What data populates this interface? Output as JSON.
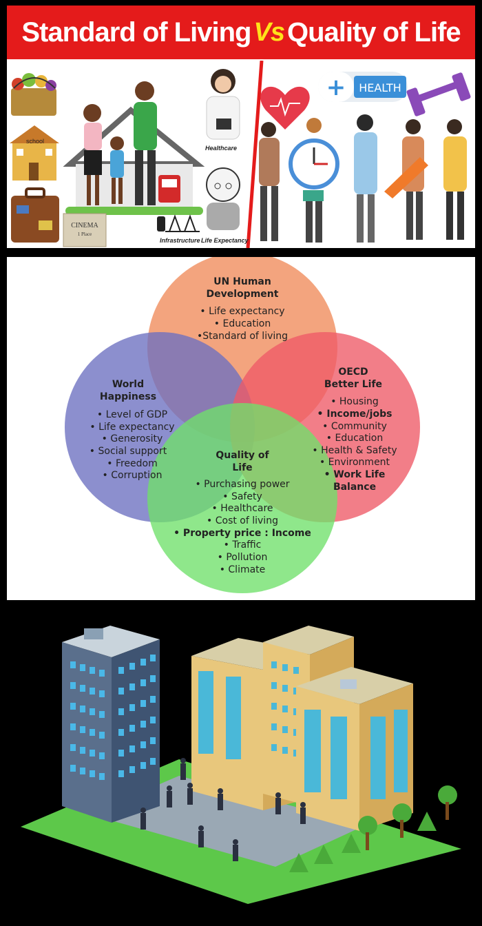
{
  "banner": {
    "left": "Standard of Living",
    "vs": "Vs",
    "right": "Quality of Life"
  },
  "illustration": {
    "school_label": "school",
    "cinema_label": "CINEMA",
    "cinema_sub": "1 Place",
    "healthcare_label": "Healthcare",
    "infrastructure_label": "Infrastructure",
    "life_expectancy_label": "Life Expectancy",
    "health_badge": "HEALTH",
    "health_plus": "+"
  },
  "venn": {
    "un": {
      "title_line1": "UN Human",
      "title_line2": "Development",
      "items": [
        "• Life expectancy",
        "• Education",
        "•Standard of living"
      ]
    },
    "world": {
      "title_line1": "World",
      "title_line2": "Happiness",
      "items": [
        "• Level of GDP",
        "• Life expectancy",
        "• Generosity",
        "• Social support",
        "• Freedom",
        "• Corruption"
      ]
    },
    "oecd": {
      "title_line1": "OECD",
      "title_line2": "Better Life",
      "items": [
        "• Housing",
        "• Income/jobs",
        "• Community",
        "• Education",
        "• Health & Safety",
        "• Environment",
        "• Work Life",
        "Balance"
      ]
    },
    "qol": {
      "title_line1": "Quality of",
      "title_line2": "Life",
      "items": [
        "• Purchasing power",
        "• Safety",
        "• Healthcare",
        "• Cost of living",
        "• Property price : Income",
        "• Traffic",
        "• Pollution",
        "• Climate"
      ]
    },
    "colors": {
      "un": "#ef8a5a",
      "world": "#6b6fc0",
      "oecd": "#ee5a66",
      "qol": "#6fe06a"
    }
  }
}
